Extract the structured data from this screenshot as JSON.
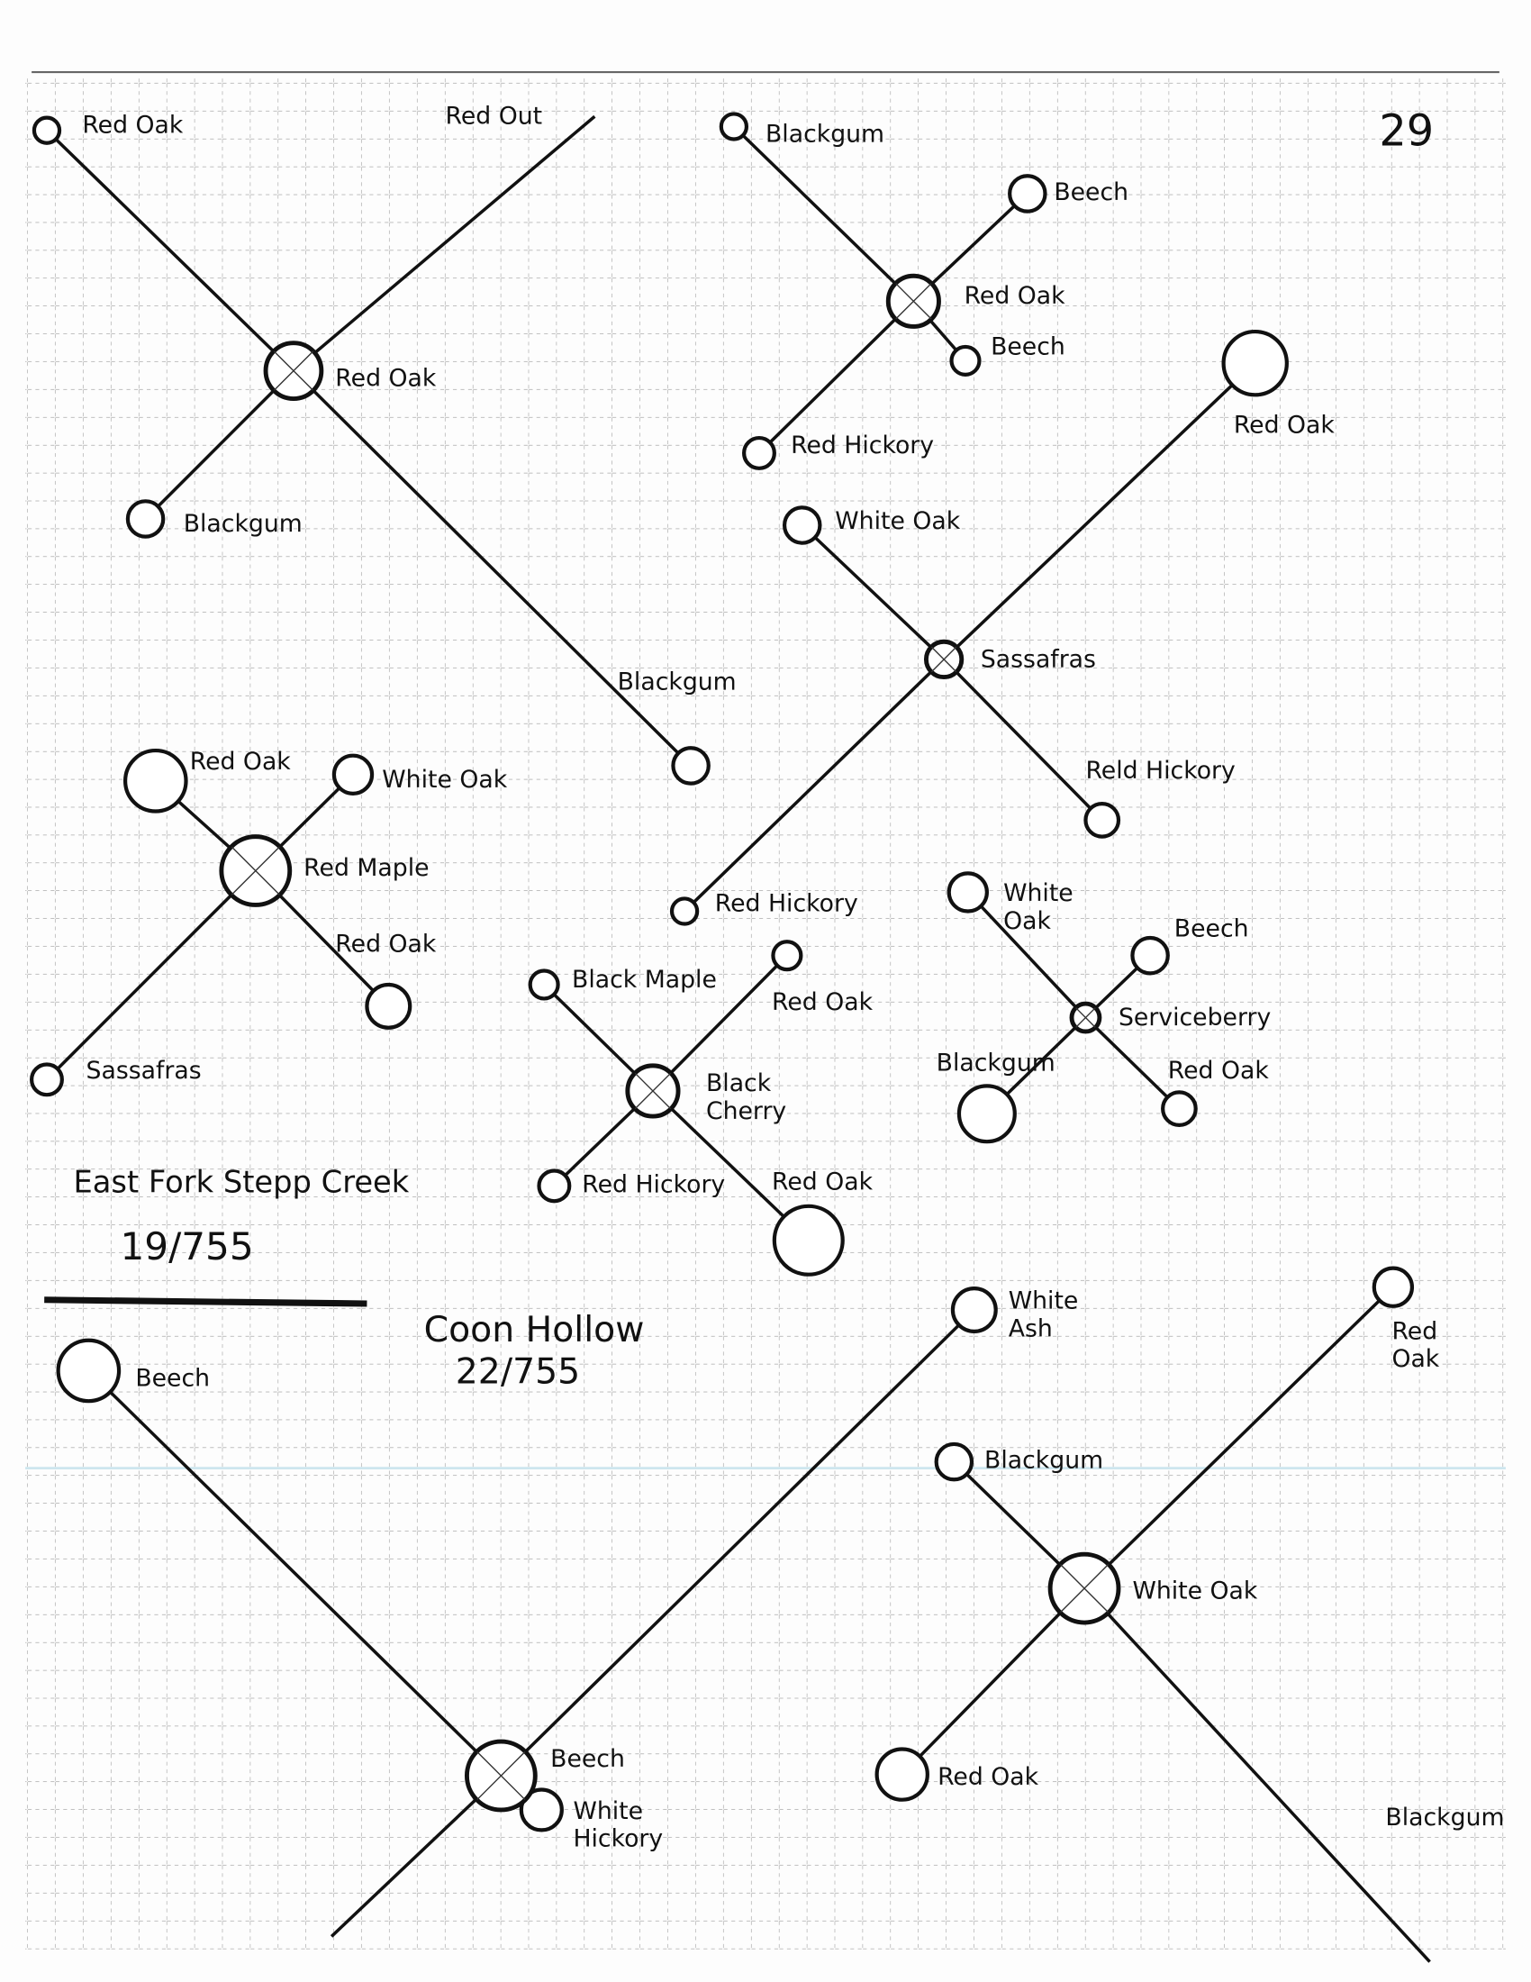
{
  "page_number": "29",
  "sections": [
    {
      "title": "East Fork Stepp Creek",
      "ratio": "19/755"
    },
    {
      "title": "Coon Hollow",
      "ratio": "22/755"
    }
  ],
  "plots": [
    {
      "center": [
        "Red Oak"
      ],
      "trees": [
        [
          "Red Oak"
        ],
        [
          "Red Out"
        ],
        [
          "Blackgum"
        ],
        [
          "Blackgum"
        ]
      ]
    },
    {
      "center": [
        "Red Oak"
      ],
      "trees": [
        [
          "Blackgum"
        ],
        [
          "Beech"
        ],
        [
          "Beech"
        ],
        [
          "Red Hickory"
        ]
      ]
    },
    {
      "center": [
        "Sassafras"
      ],
      "trees": [
        [
          "Red Oak"
        ],
        [
          "White Oak"
        ],
        [
          "Reld Hickory"
        ],
        [
          "Red Hickory"
        ]
      ]
    },
    {
      "center": [
        "Red Maple"
      ],
      "trees": [
        [
          "Red Oak"
        ],
        [
          "White Oak"
        ],
        [
          "Red Oak"
        ],
        [
          "Sassafras"
        ]
      ]
    },
    {
      "center": [
        "Black",
        "Cherry"
      ],
      "trees": [
        [
          "Black Maple"
        ],
        [
          "Red Oak"
        ],
        [
          "Red Hickory"
        ],
        [
          "Red Oak"
        ]
      ]
    },
    {
      "center": [
        "Serviceberry"
      ],
      "trees": [
        [
          "White",
          "Oak"
        ],
        [
          "Beech"
        ],
        [
          "Blackgum"
        ],
        [
          "Red Oak"
        ]
      ]
    },
    {
      "center": [
        "Beech"
      ],
      "trees": [
        [
          "Beech"
        ],
        [
          "White",
          "Ash"
        ],
        [
          "White",
          "Hickory"
        ]
      ]
    },
    {
      "center": [
        "White Oak"
      ],
      "trees": [
        [
          "Red",
          "Oak"
        ],
        [
          "Blackgum"
        ],
        [
          "Red Oak"
        ],
        [
          "Blackgum"
        ]
      ]
    }
  ]
}
